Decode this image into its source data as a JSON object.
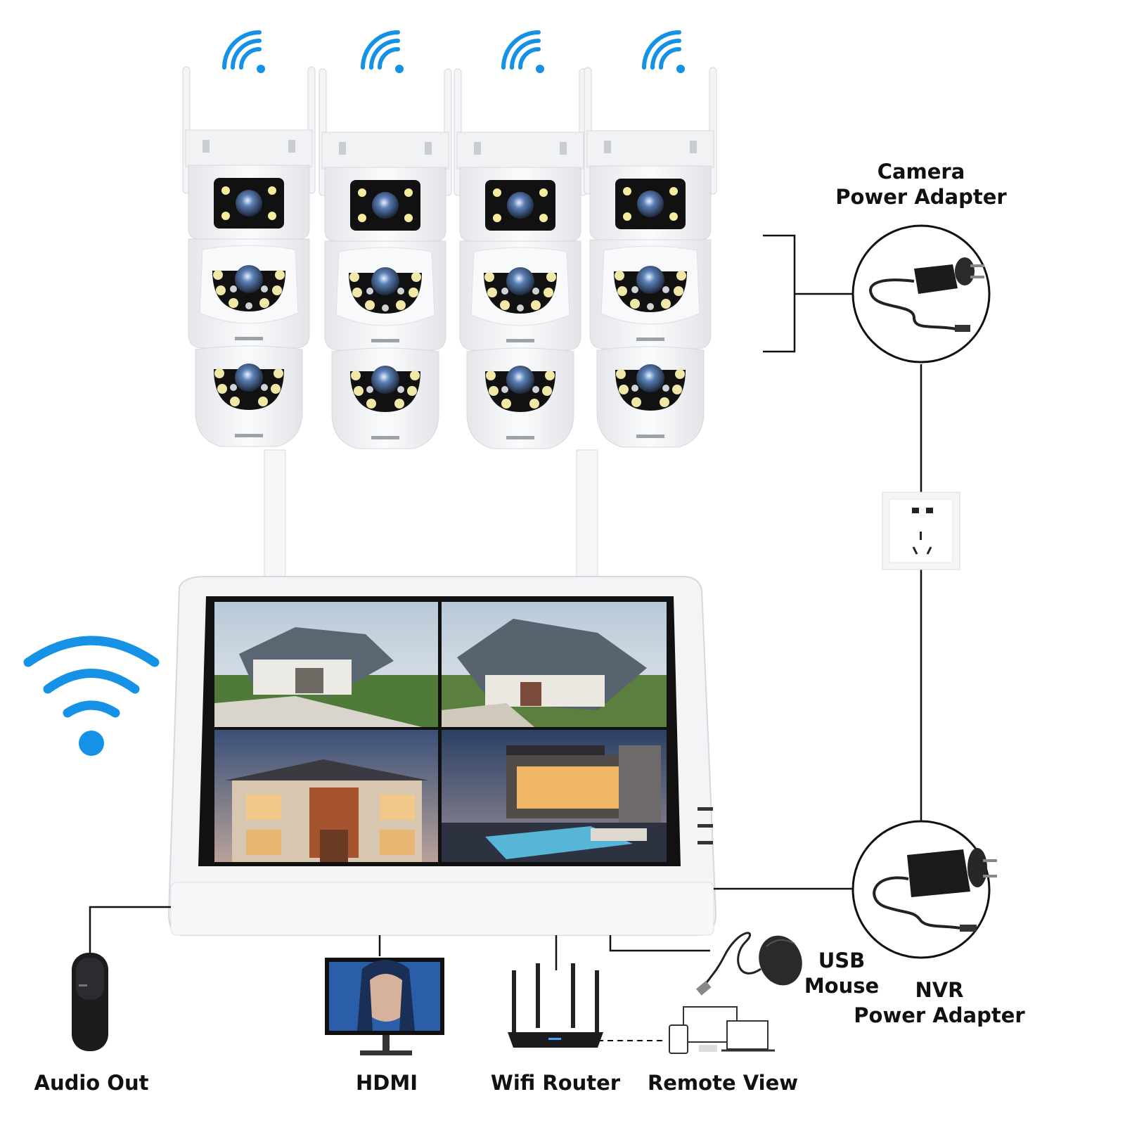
{
  "colors": {
    "wifi": "#1592e6",
    "line": "#111111",
    "camera_body": "#f4f5f7",
    "camera_shadow": "#d9dce1",
    "led": "#f4e9a8",
    "panel": "#111111"
  },
  "icons": {
    "camera_wifi": "wifi-icon",
    "nvr_wifi": "wifi-icon",
    "camera": "dual-lens-camera-icon",
    "adapter": "power-adapter-icon",
    "socket": "wall-socket-icon",
    "speaker": "speaker-icon",
    "monitor": "monitor-icon",
    "router": "router-icon",
    "mouse": "usb-mouse-icon",
    "devices": "laptop-phone-icon"
  },
  "labels": {
    "camera_adapter_line1": "Camera",
    "camera_adapter_line2": "Power Adapter",
    "nvr_adapter_line1": "NVR",
    "nvr_adapter_line2": "Power Adapter",
    "usb_mouse_line1": "USB",
    "usb_mouse_line2": "Mouse",
    "audio_out": "Audio Out",
    "hdmi": "HDMI",
    "wifi_router": "Wifi Router",
    "remote_view": "Remote View"
  },
  "camera_count": 4,
  "screen_views": [
    "house-view-1",
    "house-view-2",
    "house-view-3",
    "house-view-4"
  ]
}
